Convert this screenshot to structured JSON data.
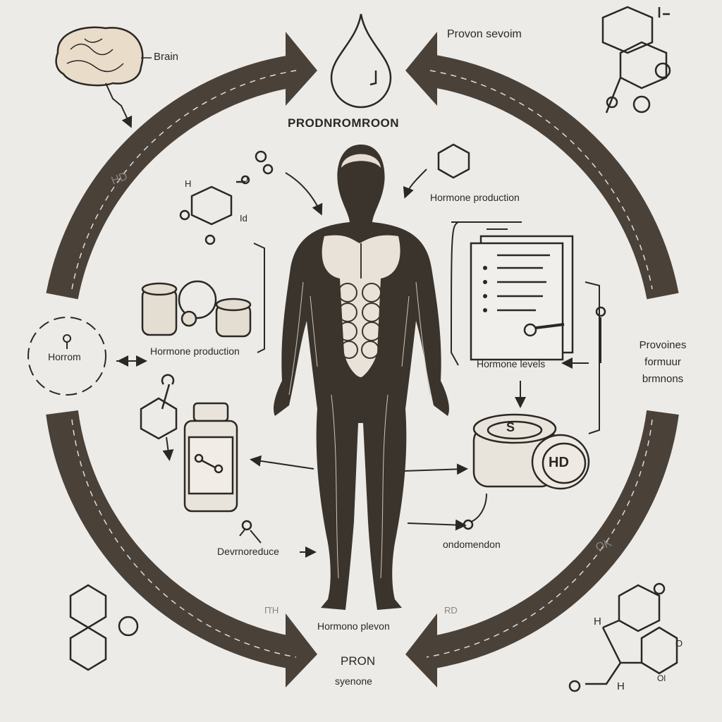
{
  "title": "PRODNROMROON",
  "labels": {
    "brain": "Brain",
    "top_right": "Provon sevoim",
    "hormone_production_top": "Hormone production",
    "hormone_production_left": "Hormone production",
    "horrom": "Horrom",
    "hormone_levels": "Hormone levels",
    "right_block": [
      "Provoines",
      "formuur",
      "brmnons"
    ],
    "devrnoreduce": "Devrnoreduce",
    "ondomendon": "ondomendon",
    "hormono_plevon": "Hormono plevon",
    "pron": "PRON",
    "syenone": "syenone",
    "coin_s": "S",
    "coin_hd": "HD",
    "arc_left": "HD",
    "arc_right": "OK",
    "faint_bottom_left": "ΠΉ",
    "faint_bottom_right": "RD"
  },
  "chem_labels": {
    "h1": "H",
    "o1": "O",
    "id": "Id",
    "h2": "H",
    "ol": "Ol",
    "h3": "H",
    "o2": "O"
  },
  "colors": {
    "arrow": "#4a4139",
    "ink": "#2b2824",
    "paper": "#ecebe8",
    "skin": "#3a342d"
  }
}
